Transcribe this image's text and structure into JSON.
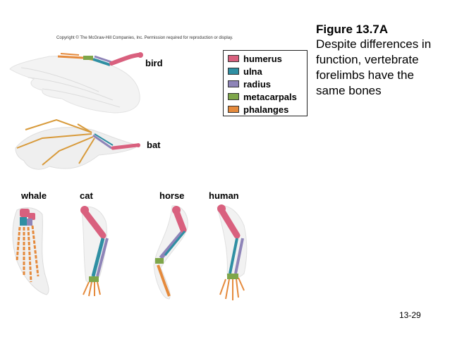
{
  "copyright": "Copyright © The McGraw-Hill Companies, Inc. Permission required for reproduction or display.",
  "figure": {
    "title": "Figure 13.7A",
    "caption": "Despite differences in function, vertebrate forelimbs have the same bones"
  },
  "animals": {
    "bird": "bird",
    "bat": "bat",
    "whale": "whale",
    "cat": "cat",
    "horse": "horse",
    "human": "human"
  },
  "legend": [
    {
      "label": "humerus",
      "color": "#d9607e"
    },
    {
      "label": "ulna",
      "color": "#2f8fa3"
    },
    {
      "label": "radius",
      "color": "#8e84b8"
    },
    {
      "label": "metacarpals",
      "color": "#7ea64a"
    },
    {
      "label": "phalanges",
      "color": "#e58a3c"
    }
  ],
  "page_number": "13-29"
}
